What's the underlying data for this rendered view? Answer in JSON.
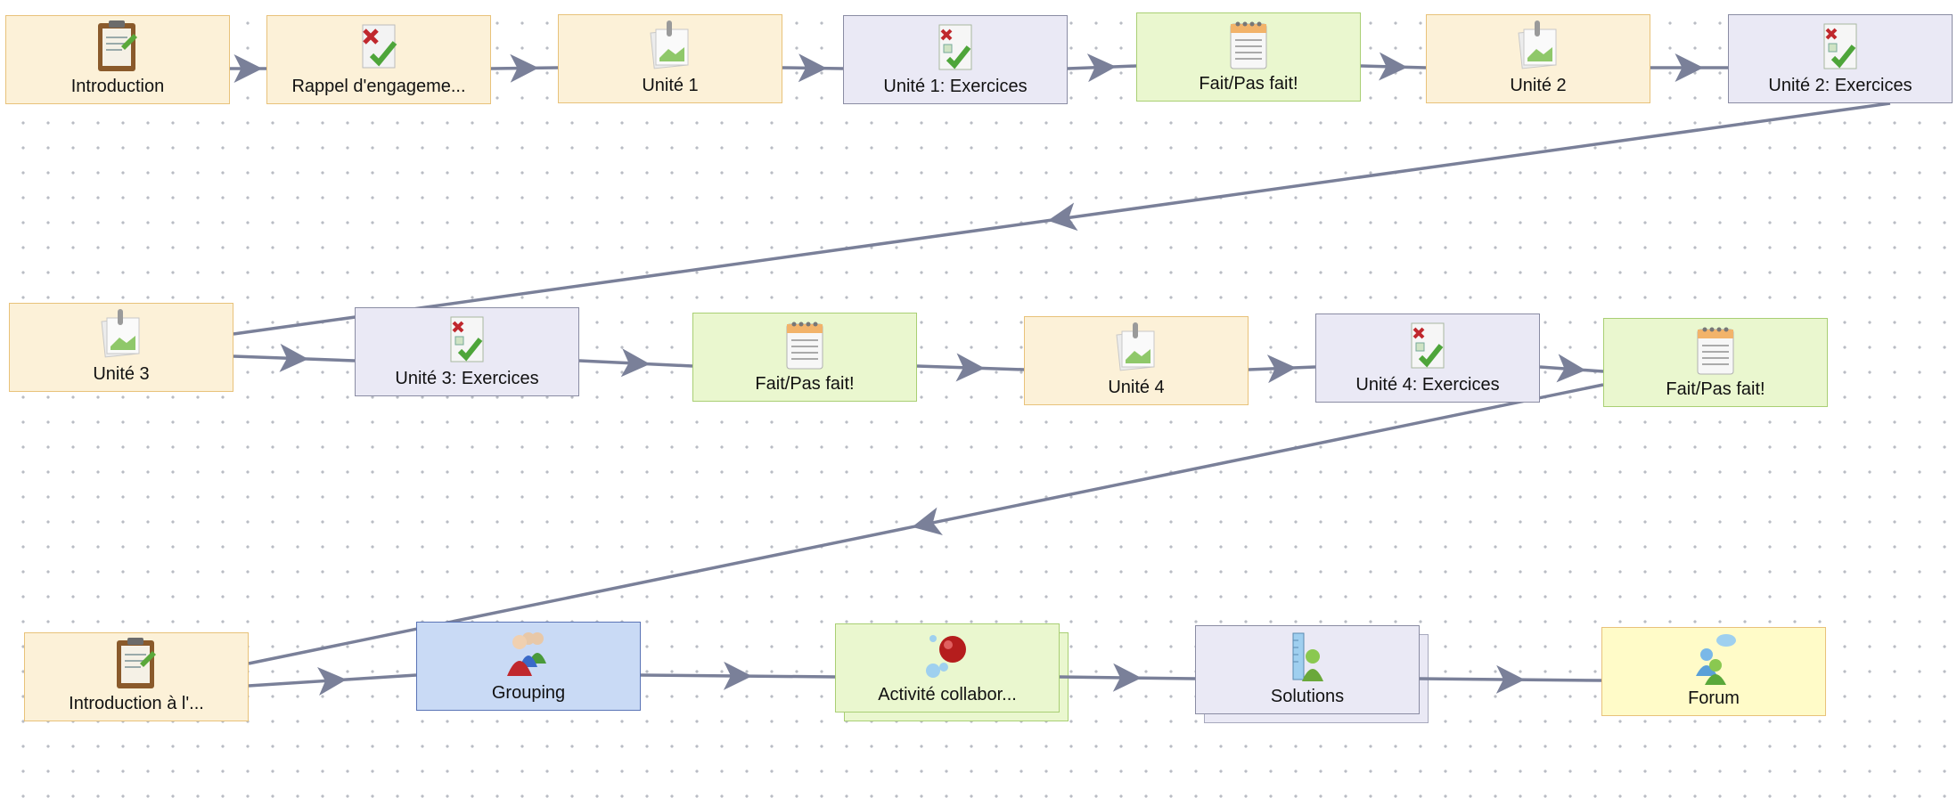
{
  "nodes": [
    {
      "id": "n1",
      "label": "Introduction",
      "kind": "doc",
      "icon": "notepad-icon"
    },
    {
      "id": "n2",
      "label": "Rappel d'engageme...",
      "kind": "doc",
      "icon": "quiz-icon"
    },
    {
      "id": "n3",
      "label": "Unité 1",
      "kind": "doc",
      "icon": "image-resource-icon"
    },
    {
      "id": "n4",
      "label": "Unité 1: Exercices",
      "kind": "exercise",
      "icon": "assessment-icon"
    },
    {
      "id": "n5",
      "label": "Fait/Pas fait!",
      "kind": "checklist",
      "icon": "notebook-icon"
    },
    {
      "id": "n6",
      "label": "Unité 2",
      "kind": "doc",
      "icon": "image-resource-icon"
    },
    {
      "id": "n7",
      "label": "Unité 2: Exercices",
      "kind": "exercise",
      "icon": "assessment-icon"
    },
    {
      "id": "n8",
      "label": "Unité 3",
      "kind": "doc",
      "icon": "image-resource-icon"
    },
    {
      "id": "n9",
      "label": "Unité 3: Exercices",
      "kind": "exercise",
      "icon": "assessment-icon"
    },
    {
      "id": "n10",
      "label": "Fait/Pas fait!",
      "kind": "checklist",
      "icon": "notebook-icon"
    },
    {
      "id": "n11",
      "label": "Unité 4",
      "kind": "doc",
      "icon": "image-resource-icon"
    },
    {
      "id": "n12",
      "label": "Unité 4: Exercices",
      "kind": "exercise",
      "icon": "assessment-icon"
    },
    {
      "id": "n13",
      "label": "Fait/Pas fait!",
      "kind": "checklist",
      "icon": "notebook-icon"
    },
    {
      "id": "n14",
      "label": "Introduction à l'...",
      "kind": "doc",
      "icon": "notepad-icon"
    },
    {
      "id": "n15",
      "label": "Grouping",
      "kind": "grouping",
      "icon": "people-group-icon"
    },
    {
      "id": "n16",
      "label": "Activité collabor...",
      "kind": "checklist",
      "icon": "molecule-icon",
      "stacked": true
    },
    {
      "id": "n17",
      "label": "Solutions",
      "kind": "exercise",
      "icon": "user-ruler-icon",
      "stacked": true
    },
    {
      "id": "n18",
      "label": "Forum",
      "kind": "forum",
      "icon": "forum-users-icon"
    }
  ],
  "edges": [
    [
      "n1",
      "n2"
    ],
    [
      "n2",
      "n3"
    ],
    [
      "n3",
      "n4"
    ],
    [
      "n4",
      "n5"
    ],
    [
      "n5",
      "n6"
    ],
    [
      "n6",
      "n7"
    ],
    [
      "n7",
      "n8"
    ],
    [
      "n8",
      "n9"
    ],
    [
      "n9",
      "n10"
    ],
    [
      "n10",
      "n11"
    ],
    [
      "n11",
      "n12"
    ],
    [
      "n12",
      "n13"
    ],
    [
      "n13",
      "n14"
    ],
    [
      "n14",
      "n15"
    ],
    [
      "n15",
      "n16"
    ],
    [
      "n16",
      "n17"
    ],
    [
      "n17",
      "n18"
    ]
  ],
  "colors": {
    "edge": "#7a8099",
    "doc_fill": "#fcf1d8",
    "exercise_fill": "#eae9f5",
    "checklist_fill": "#eaf7cf",
    "grouping_fill": "#c9daf5",
    "forum_fill": "#fffbc8"
  }
}
